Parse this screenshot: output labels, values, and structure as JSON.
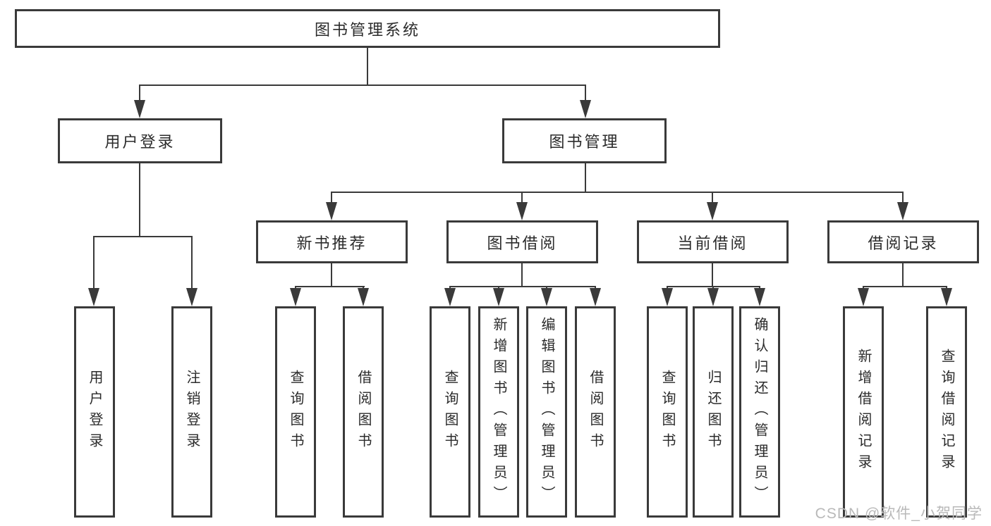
{
  "diagram": {
    "title": "图书管理系统",
    "level2": [
      "用户登录",
      "图书管理"
    ],
    "level3": [
      "新书推荐",
      "图书借阅",
      "当前借阅",
      "借阅记录"
    ],
    "leaves": {
      "user": [
        "用户登录",
        "注销登录"
      ],
      "recommend": [
        "查询图书",
        "借阅图书"
      ],
      "borrow": [
        "查询图书",
        "新增图书（管理员）",
        "编辑图书（管理员）",
        "借阅图书"
      ],
      "current": [
        "查询图书",
        "归还图书",
        "确认归还（管理员）"
      ],
      "records": [
        "新增借阅记录",
        "查询借阅记录"
      ]
    },
    "colors": {
      "line": "#3a3a3a",
      "text": "#2b2b2b",
      "background": "#ffffff"
    }
  },
  "watermark": {
    "text": "CSDN @软件_小贺同学",
    "color": "#b9b9b9"
  }
}
